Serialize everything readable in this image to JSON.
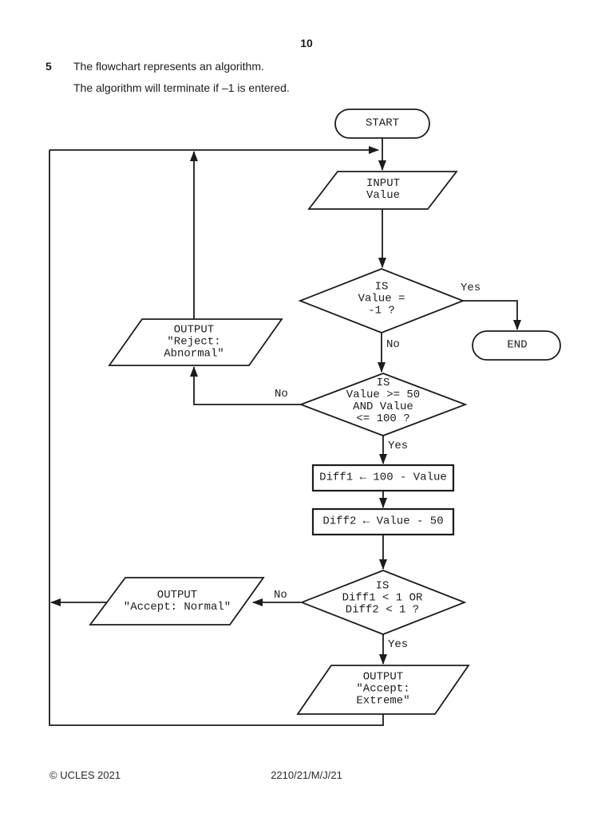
{
  "page": {
    "number": "10",
    "question_number": "5",
    "intro_line1": "The flowchart represents an algorithm.",
    "intro_line2": "The algorithm will terminate if –1 is entered."
  },
  "flowchart": {
    "ink_color": "#1c1c1c",
    "nodes": {
      "start": "START",
      "input_value": "INPUT\nValue",
      "decision_terminate": "IS\nValue =\n-1 ?",
      "end": "END",
      "output_reject_abnormal": "OUTPUT\n\"Reject:\nAbnormal\"",
      "decision_range": "IS\nValue >= 50\nAND Value\n<= 100 ?",
      "process_diff1": "Diff1 ← 100 - Value",
      "process_diff2": "Diff2 ← Value - 50",
      "decision_extreme": "IS\nDiff1 < 1 OR\nDiff2 < 1 ?",
      "output_accept_normal": "OUTPUT\n\"Accept: Normal\"",
      "output_accept_extreme": "OUTPUT\n\"Accept:\nExtreme\""
    },
    "branch_labels": {
      "terminate_yes": "Yes",
      "terminate_no": "No",
      "range_no": "No",
      "range_yes": "Yes",
      "extreme_no": "No",
      "extreme_yes": "Yes"
    }
  },
  "footer": {
    "copyright": "© UCLES 2021",
    "paper_code": "2210/21/M/J/21"
  }
}
